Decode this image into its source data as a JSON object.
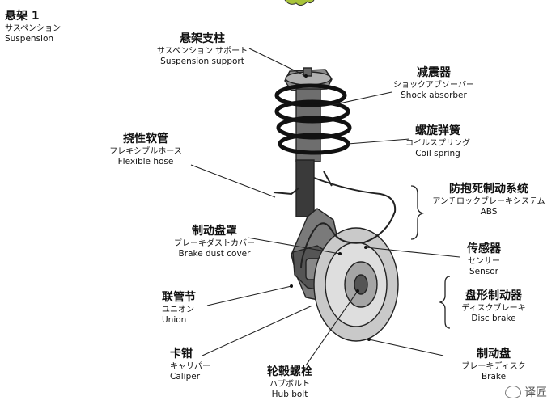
{
  "labels": {
    "suspension": {
      "zh": "悬架 1",
      "jp": "サスペンション",
      "en": "Suspension"
    },
    "strut_mount": {
      "zh": "悬架支柱",
      "jp": "サスペンション サポート",
      "en": "Suspension support"
    },
    "shock": {
      "zh": "减震器",
      "jp": "ショックアブソーバー",
      "en": "Shock absorber"
    },
    "spring": {
      "zh": "螺旋弹簧",
      "jp": "コイルスプリング",
      "en": "Coil spring"
    },
    "hose": {
      "zh": "挠性软管",
      "jp": "フレキシブルホース",
      "en": "Flexible hose"
    },
    "abs": {
      "zh": "防抱死制动系统",
      "jp": "アンチロックブレーキシステム",
      "en": "ABS"
    },
    "dust_cover": {
      "zh": "制动盘罩",
      "jp": "ブレーキダストカバー",
      "en": "Brake dust cover"
    },
    "sensor": {
      "zh": "传感器",
      "jp": "センサー",
      "en": "Sensor"
    },
    "union": {
      "zh": "联管节",
      "jp": "ユニオン",
      "en": "Union"
    },
    "disc_brake": {
      "zh": "盘形制动器",
      "jp": "ディスクブレーキ",
      "en": "Disc brake"
    },
    "caliper": {
      "zh": "卡钳",
      "jp": "キャリパー",
      "en": "Caliper"
    },
    "hub_bolt": {
      "zh": "轮毂螺栓",
      "jp": "ハブボルト",
      "en": "Hub bolt"
    },
    "rotor": {
      "zh": "制动盘",
      "jp": "ブレーキディスク",
      "en": "Brake"
    }
  },
  "watermark": "译匠"
}
